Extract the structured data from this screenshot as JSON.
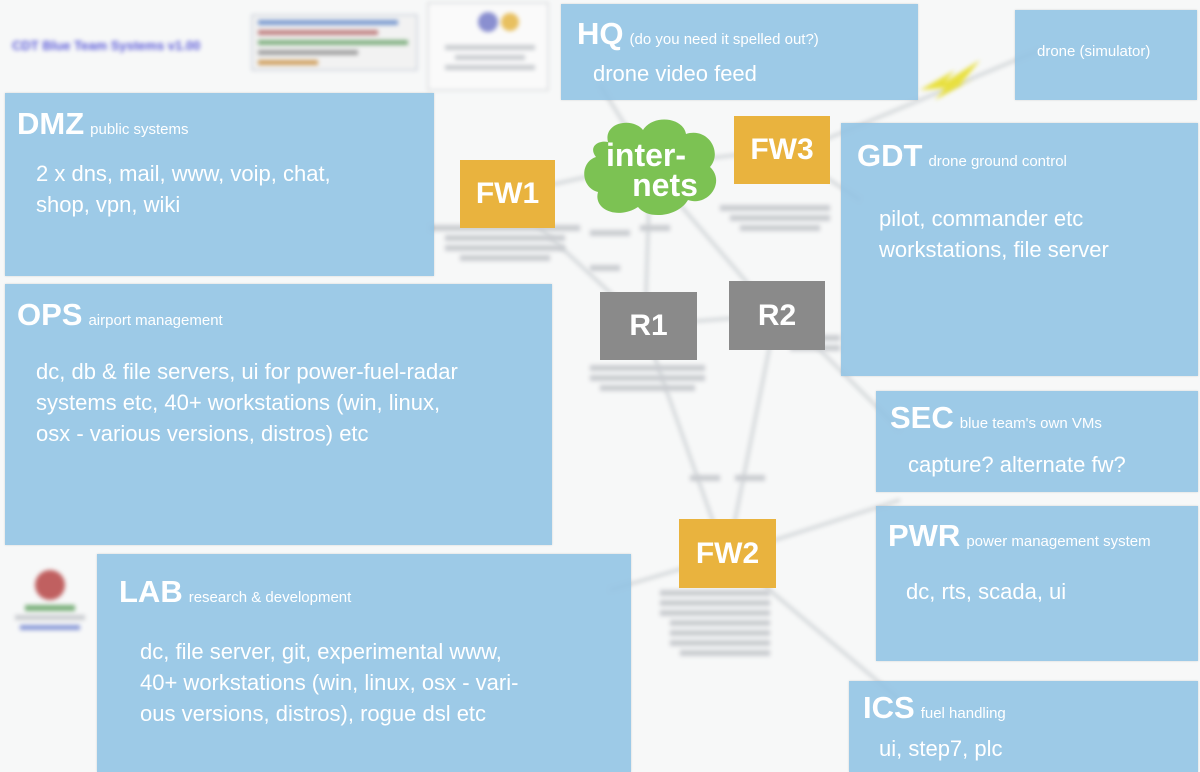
{
  "diagram_title": "CDT Blue Team Systems v1.00",
  "cloud": {
    "line1": "inter-",
    "line2": "nets"
  },
  "firewalls": [
    {
      "id": "fw1",
      "label": "FW1"
    },
    {
      "id": "fw2",
      "label": "FW2"
    },
    {
      "id": "fw3",
      "label": "FW3"
    }
  ],
  "routers": [
    {
      "id": "r1",
      "label": "R1"
    },
    {
      "id": "r2",
      "label": "R2"
    }
  ],
  "zones": {
    "hq": {
      "code": "HQ",
      "sub": "(do you need it spelled out?)",
      "desc": "drone video feed"
    },
    "drone": {
      "desc": "drone (simulator)"
    },
    "dmz": {
      "code": "DMZ",
      "sub": "public systems",
      "desc": "2 x dns, mail, www, voip, chat,\nshop, vpn, wiki"
    },
    "ops": {
      "code": "OPS",
      "sub": "airport management",
      "desc": "dc, db & file servers, ui for power-fuel-radar\nsystems etc, 40+ workstations (win, linux,\nosx - various versions, distros) etc"
    },
    "gdt": {
      "code": "GDT",
      "sub": "drone ground control",
      "desc": "pilot, commander etc\nworkstations, file server"
    },
    "sec": {
      "code": "SEC",
      "sub": "blue team's own VMs",
      "desc": "capture? alternate fw?"
    },
    "pwr": {
      "code": "PWR",
      "sub": "power management system",
      "desc": "dc, rts, scada, ui"
    },
    "lab": {
      "code": "LAB",
      "sub": "research & development",
      "desc": "dc, file server, git, experimental www,\n40+ workstations (win, linux, osx - vari-\nous versions, distros), rogue dsl etc"
    },
    "ics": {
      "code": "ICS",
      "sub": "fuel handling",
      "desc": "ui, step7, plc"
    }
  },
  "colors": {
    "zone_fill": "#91c3e4",
    "firewall": "#e9b33e",
    "router": "#8a8a8a",
    "cloud": "#7cc253",
    "link": "#d0d4d6"
  }
}
